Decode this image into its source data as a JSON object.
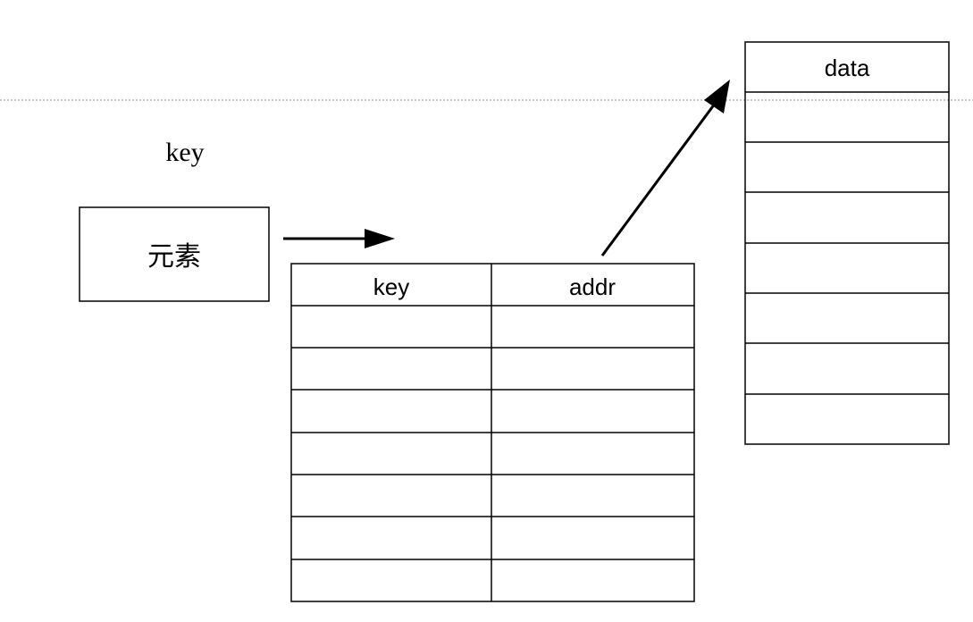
{
  "diagram": {
    "key_caption": "key",
    "element_label": "元素",
    "index_table": {
      "headers": [
        "key",
        "addr"
      ],
      "row_count": 7
    },
    "data_table": {
      "header": "data",
      "row_count": 7
    },
    "colors": {
      "stroke": "#000000",
      "dotted_line": "#9a9a9a",
      "background": "#ffffff"
    }
  }
}
